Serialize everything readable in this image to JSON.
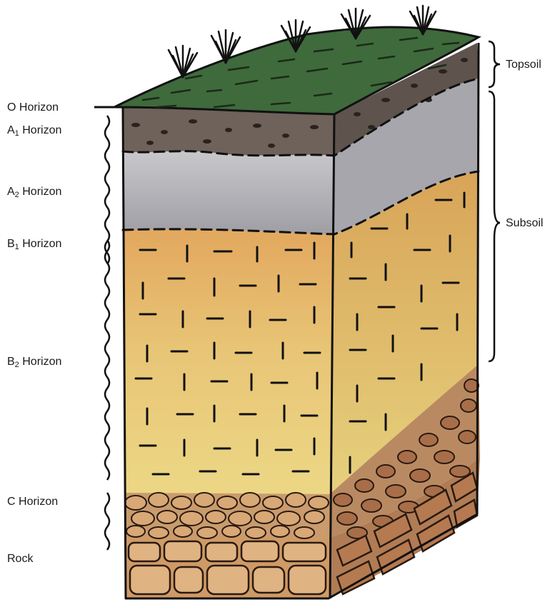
{
  "horizons": [
    {
      "key": "o",
      "letter": "O",
      "sub": "",
      "word": "Horizon"
    },
    {
      "key": "a1",
      "letter": "A",
      "sub": "1",
      "word": "Horizon"
    },
    {
      "key": "a2",
      "letter": "A",
      "sub": "2",
      "word": "Horizon"
    },
    {
      "key": "b1",
      "letter": "B",
      "sub": "1",
      "word": "Horizon"
    },
    {
      "key": "b2",
      "letter": "B",
      "sub": "2",
      "word": "Horizon"
    },
    {
      "key": "c",
      "letter": "C",
      "sub": "",
      "word": "Horizon"
    },
    {
      "key": "rock",
      "letter": "Rock",
      "sub": "",
      "word": ""
    }
  ],
  "groups": {
    "topsoil": "Topsoil",
    "subsoil": "Subsoil"
  },
  "colors": {
    "grass": "#3f6a3c",
    "a1": "#6e625a",
    "a2": "#b4b4b8",
    "b1": "#e0b068",
    "b2": "#e8cf78",
    "c": "#c89a6c",
    "rock": "#d4a070",
    "outline": "#111111"
  }
}
